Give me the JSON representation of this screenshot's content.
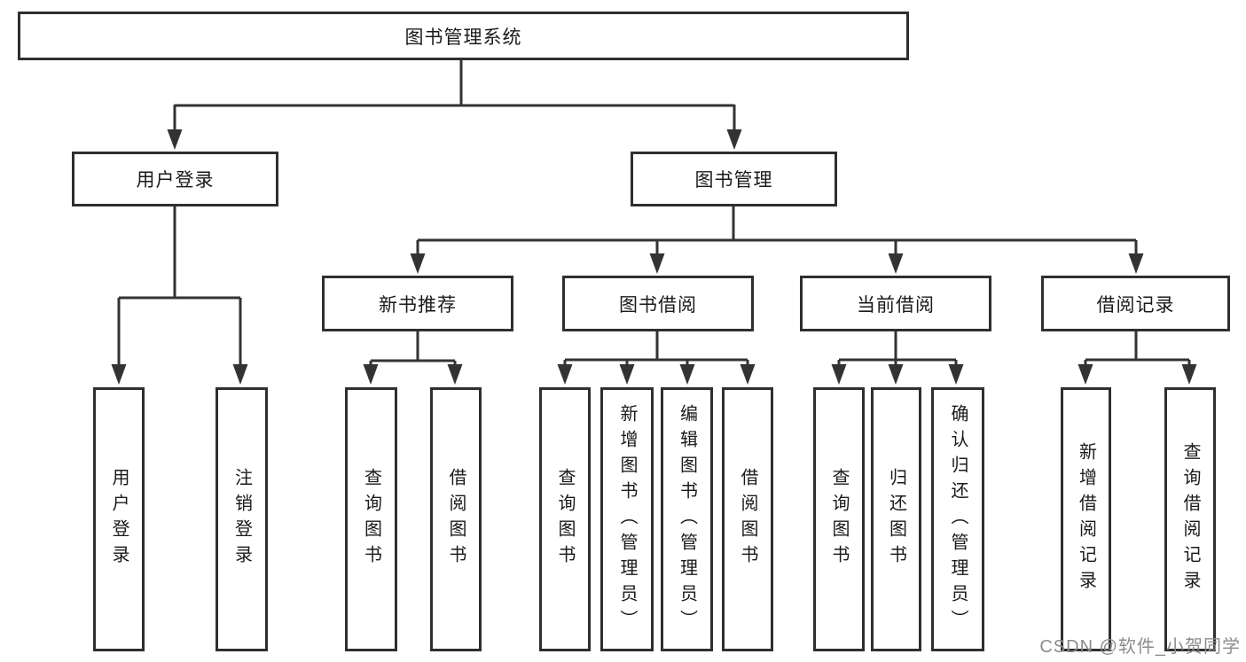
{
  "diagram": {
    "title": "图书管理系统",
    "root": {
      "label": "图书管理系统"
    },
    "branches": [
      {
        "label": "用户登录",
        "children": [
          {
            "label": "用户登录"
          },
          {
            "label": "注销登录"
          }
        ]
      },
      {
        "label": "图书管理",
        "sections": [
          {
            "label": "新书推荐",
            "children": [
              {
                "label": "查询图书"
              },
              {
                "label": "借阅图书"
              }
            ]
          },
          {
            "label": "图书借阅",
            "children": [
              {
                "label": "查询图书"
              },
              {
                "label": "新增图书（管理员）"
              },
              {
                "label": "编辑图书（管理员）"
              },
              {
                "label": "借阅图书"
              }
            ]
          },
          {
            "label": "当前借阅",
            "children": [
              {
                "label": "查询图书"
              },
              {
                "label": "归还图书"
              },
              {
                "label": "确认归还（管理员）"
              }
            ]
          },
          {
            "label": "借阅记录",
            "children": [
              {
                "label": "新增借阅记录"
              },
              {
                "label": "查询借阅记录"
              }
            ]
          }
        ]
      }
    ]
  },
  "watermark": {
    "text": "CSDN @软件_小贺同学"
  },
  "colors": {
    "background": "#ffffff",
    "line": "#333333",
    "box_border": "#2f2f2f",
    "text": "#1a1a1a",
    "watermark": "#8c8c8c"
  }
}
